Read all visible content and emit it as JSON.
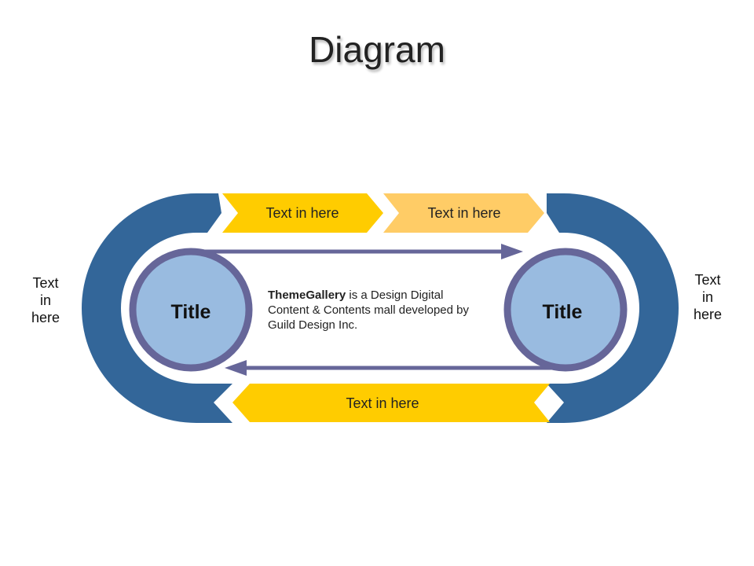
{
  "slide": {
    "title": "Diagram"
  },
  "colors": {
    "arc_blue": "#336699",
    "circle_fill": "#99bbe0",
    "circle_ring": "#666699",
    "arrow_line": "#666699",
    "banner_yellow": "#ffcc00",
    "banner_light": "#ffcc66"
  },
  "banners": {
    "top_left": "Text in here",
    "top_right": "Text in here",
    "bottom": "Text in here"
  },
  "circles": {
    "left_title": "Title",
    "right_title": "Title"
  },
  "side_labels": {
    "left": [
      "Text",
      "in",
      "here"
    ],
    "right": [
      "Text",
      "in",
      "here"
    ]
  },
  "description": {
    "brand": "ThemeGallery",
    "lines": [
      " is a Design Digital",
      "Content & Contents mall developed by",
      "Guild Design Inc."
    ]
  }
}
